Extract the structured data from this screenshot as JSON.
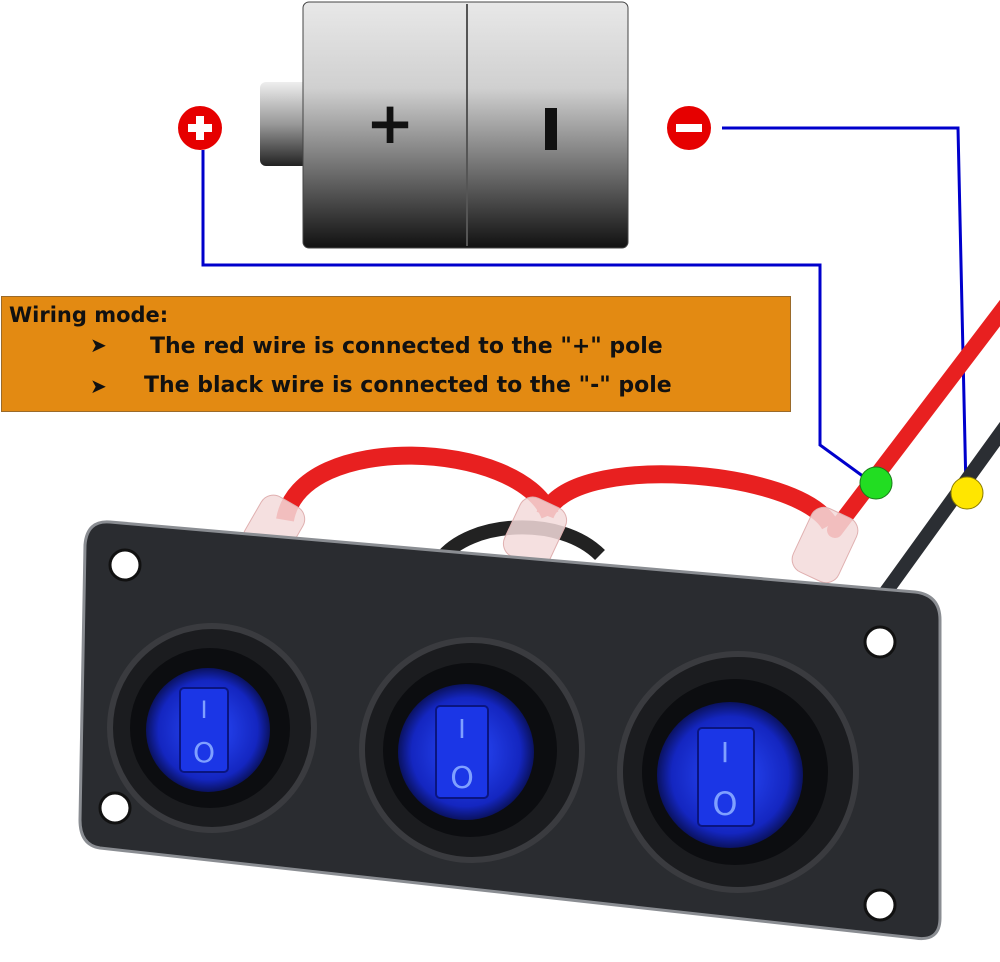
{
  "battery": {
    "plus_symbol": "+",
    "minus_symbol": "|"
  },
  "terminals": {
    "positive": "+",
    "negative": "−"
  },
  "wiring_note": {
    "title": "Wiring mode:",
    "lines": [
      "The red wire is connected to the \"+\" pole",
      "The black wire is connected to the \"-\" pole"
    ]
  },
  "colors": {
    "note_bg": "#E38A12",
    "wire_guide": "#0000CC",
    "positive_dot": "#22DD22",
    "negative_dot": "#FFE600",
    "switch_glow": "#1a2fd8"
  },
  "switches": [
    {
      "on_mark": "I",
      "off_mark": "O"
    },
    {
      "on_mark": "I",
      "off_mark": "O"
    },
    {
      "on_mark": "I",
      "off_mark": "O"
    }
  ]
}
